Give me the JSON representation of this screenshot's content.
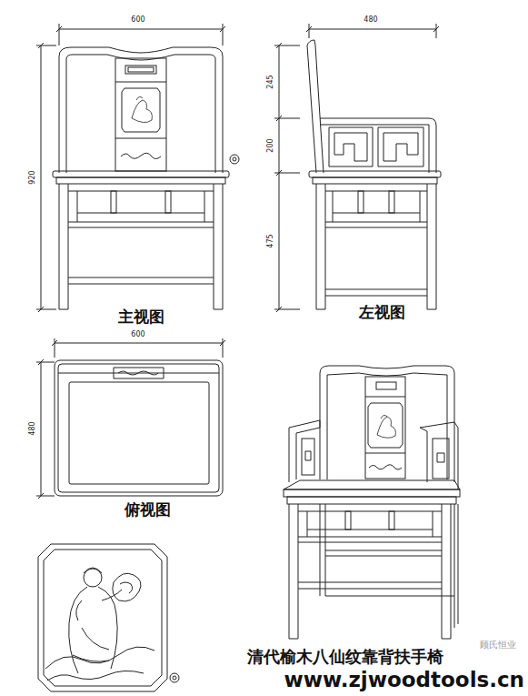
{
  "diagram": {
    "caption": "清代榆木八仙纹靠背扶手椅",
    "labels": [
      "600",
      "920",
      "480",
      "245",
      "200",
      "475",
      "主视图",
      "左视图",
      "600",
      "480",
      "俯视图",
      "顾氏恒业",
      "www.zjwoodtools.cn"
    ]
  }
}
